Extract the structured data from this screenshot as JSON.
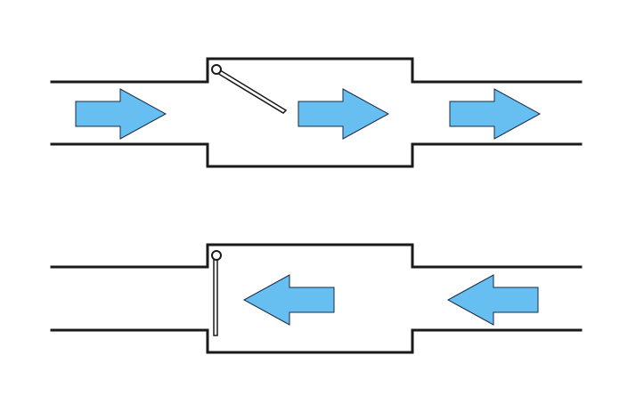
{
  "colors": {
    "arrow_fill": "#66bff0",
    "arrow_stroke": "#1a2a44",
    "pipe": "#1a1a1a",
    "background": "#ffffff"
  },
  "panels": [
    {
      "state": "open",
      "flow_direction": "right",
      "arrows": [
        "arrow-right",
        "arrow-right",
        "arrow-right"
      ]
    },
    {
      "state": "closed",
      "flow_direction": "left",
      "arrows": [
        "arrow-left",
        "arrow-left"
      ]
    }
  ]
}
